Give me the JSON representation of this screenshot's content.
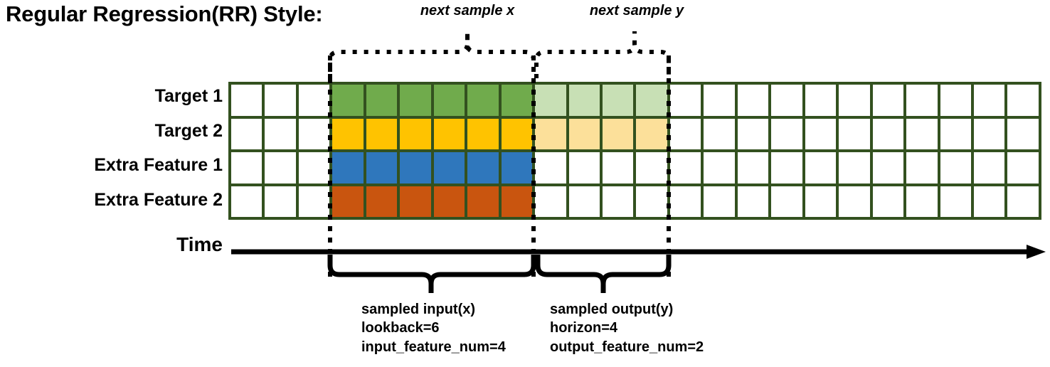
{
  "title": "Regular Regression(RR) Style:",
  "annotations": {
    "next_sample_x": "next sample x",
    "next_sample_y": "next sample y"
  },
  "axis": {
    "time_label": "Time"
  },
  "rows": [
    {
      "label": "Target 1",
      "color": "#70AB4C",
      "light_color": "#C8E0B5"
    },
    {
      "label": "Target 2",
      "color": "#FFC300",
      "light_color": "#FCE09A"
    },
    {
      "label": "Extra Feature 1",
      "color": "#2F77BC",
      "light_color": null
    },
    {
      "label": "Extra Feature 2",
      "color": "#C9550F",
      "light_color": null
    }
  ],
  "grid": {
    "total_columns": 24,
    "lead_blank_columns": 3,
    "input_columns": 6,
    "output_columns": 4,
    "trail_blank_columns": 11,
    "border_color": "#33511F",
    "empty_color": "#FFFFFF"
  },
  "captions": {
    "input": {
      "line1": "sampled input(x)",
      "line2": "lookback=6",
      "line3": "input_feature_num=4"
    },
    "output": {
      "line1": "sampled output(y)",
      "line2": "horizon=4",
      "line3": "output_feature_num=2"
    }
  },
  "colors": {
    "grid_border": "#33511F",
    "target1": "#70AB4C",
    "target1_light": "#C8E0B5",
    "target2": "#FFC300",
    "target2_light": "#FCE09A",
    "extra1": "#2F77BC",
    "extra2": "#C9550F",
    "ink": "#000000"
  }
}
